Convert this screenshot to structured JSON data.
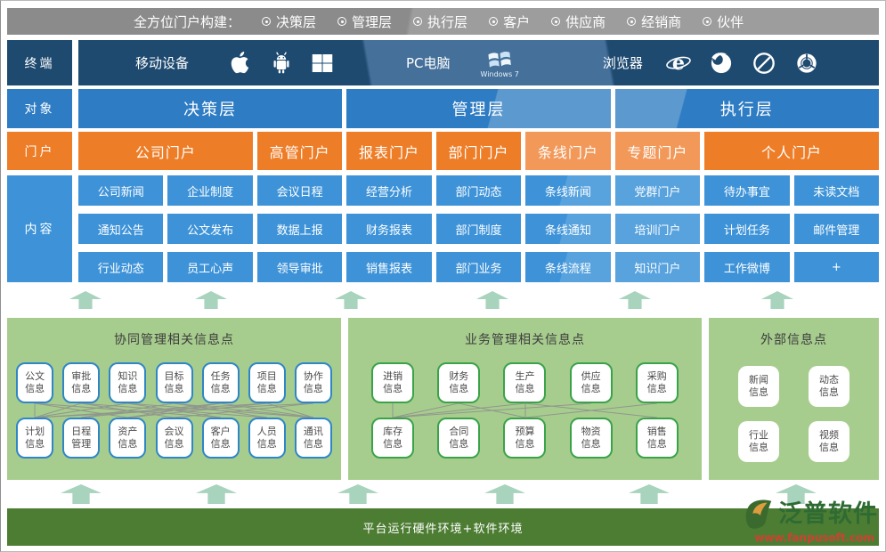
{
  "banner": {
    "title": "全方位门户构建：",
    "items": [
      "决策层",
      "管理层",
      "执行层",
      "客户",
      "供应商",
      "经销商",
      "伙伴"
    ]
  },
  "terminal": {
    "label": "终端",
    "mobile_label": "移动设备",
    "pc_label": "PC电脑",
    "windows7_label": "Windows 7",
    "browser_label": "浏览器"
  },
  "target": {
    "label": "对象",
    "items": [
      "决策层",
      "管理层",
      "执行层"
    ]
  },
  "portal": {
    "label": "门户",
    "items": [
      "公司门户",
      "高管门户",
      "报表门户",
      "部门门户",
      "条线门户",
      "专题门户",
      "个人门户"
    ]
  },
  "content": {
    "label": "内容",
    "rows": [
      [
        "公司新闻",
        "企业制度",
        "会议日程",
        "经营分析",
        "部门动态",
        "条线新闻",
        "党群门户",
        "待办事宜",
        "未读文档"
      ],
      [
        "通知公告",
        "公文发布",
        "数据上报",
        "财务报表",
        "部门制度",
        "条线通知",
        "培训门户",
        "计划任务",
        "邮件管理"
      ],
      [
        "行业动态",
        "员工心声",
        "领导审批",
        "销售报表",
        "部门业务",
        "条线流程",
        "知识门户",
        "工作微博",
        "+"
      ]
    ]
  },
  "info_sections": {
    "collab": {
      "title": "协同管理相关信息点",
      "row1": [
        "公文\n信息",
        "审批\n信息",
        "知识\n信息",
        "目标\n信息",
        "任务\n信息",
        "项目\n信息",
        "协作\n信息"
      ],
      "row2": [
        "计划\n信息",
        "日程\n管理",
        "资产\n信息",
        "会议\n信息",
        "客户\n信息",
        "人员\n信息",
        "通讯\n信息"
      ]
    },
    "business": {
      "title": "业务管理相关信息点",
      "row1": [
        "进销\n信息",
        "财务\n信息",
        "生产\n信息",
        "供应\n信息",
        "采购\n信息"
      ],
      "row2": [
        "库存\n信息",
        "合同\n信息",
        "预算\n信息",
        "物资\n信息",
        "销售\n信息"
      ]
    },
    "external": {
      "title": "外部信息点",
      "row1": [
        "新闻\n信息",
        "动态\n信息"
      ],
      "row2": [
        "行业\n信息",
        "视频\n信息"
      ]
    }
  },
  "platform_bar": {
    "label": "平台运行硬件环境+软件环境"
  },
  "watermark": {
    "name": "泛普软件",
    "url": "www.fanpusoft.com"
  },
  "colors": {
    "navy": "#1e4a70",
    "accent_blue": "#2e7cc3",
    "content_blue": "#3e93d8",
    "accent_orange": "#ee7d27",
    "green_bg": "#a7cd8e",
    "dark_green_bar": "#4d7d33",
    "collab_border": "#2f86c7",
    "business_border": "#3aa349",
    "arrow_green": "#a8d3bd",
    "banner_gray": "#8b8b8b",
    "watermark_green": "#2e6b33",
    "watermark_red": "#d04030"
  }
}
